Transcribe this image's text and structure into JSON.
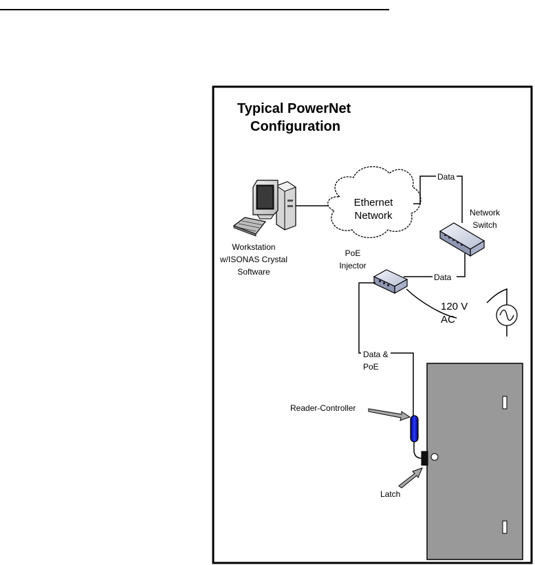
{
  "header_rule": "",
  "diagram": {
    "title_line1": "Typical PowerNet",
    "title_line2": "Configuration",
    "workstation_label": [
      "Workstation",
      "w/ISONAS Crystal",
      "Software"
    ],
    "cloud_label": [
      "Ethernet",
      "Network"
    ],
    "switch_label": [
      "Network",
      "Switch"
    ],
    "injector_label": [
      "PoE",
      "Injector"
    ],
    "data_label_top": "Data",
    "data_label_mid": "Data",
    "ac_label": [
      "120 V",
      "AC"
    ],
    "data_poe_label": [
      "Data &",
      "PoE"
    ],
    "reader_label": "Reader-Controller",
    "latch_label": "Latch",
    "colors": {
      "border": "#000000",
      "door_fill": "#999999",
      "reader_fill": "#1a1acc",
      "latch_fill": "#111111",
      "arrow_fill": "#a8a8a8"
    }
  }
}
